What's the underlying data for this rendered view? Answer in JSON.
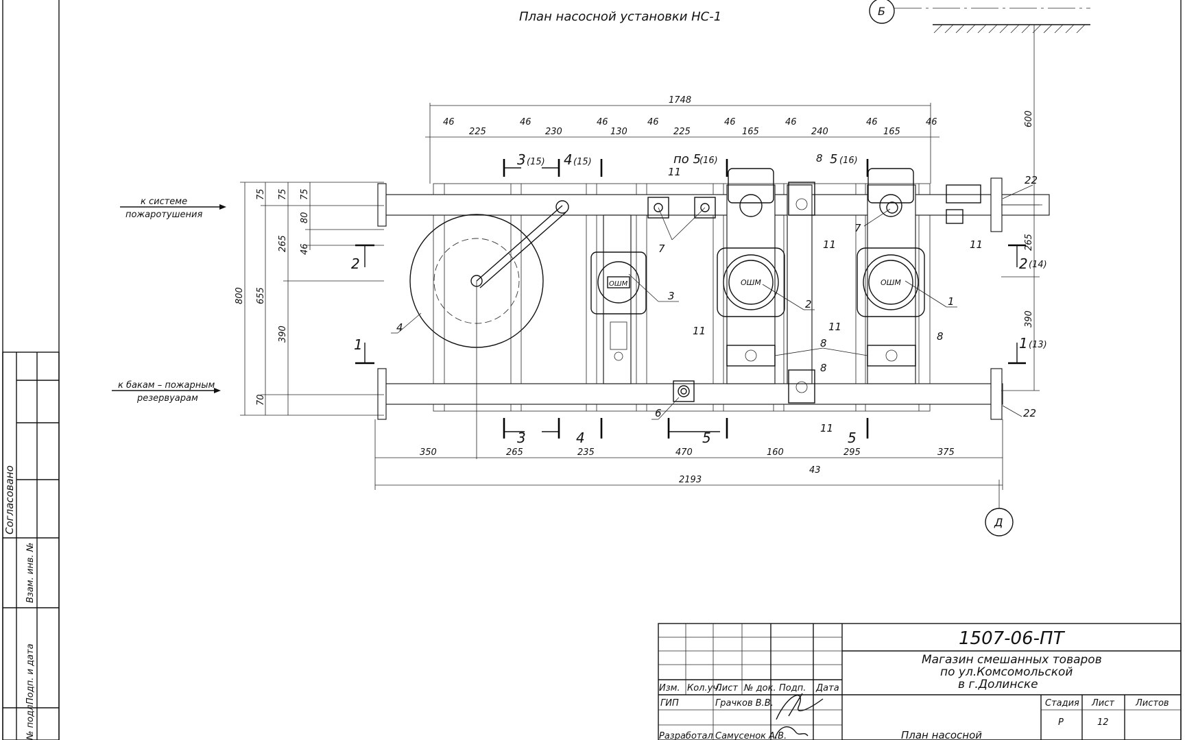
{
  "drawing": {
    "title": "План насосной установки НС-1",
    "axis_b": "Б",
    "axis_d": "Д",
    "label_to_system": [
      "к системе",
      "пожаротушения"
    ],
    "label_to_tanks": [
      "к бакам – пожарным",
      "резервуарам"
    ],
    "dims_top": [
      "1748",
      "46",
      "225",
      "46",
      "230",
      "46",
      "130",
      "46",
      "225",
      "46",
      "165",
      "46",
      "240",
      "46",
      "165",
      "46"
    ],
    "dims_bottom": [
      "350",
      "265",
      "235",
      "470",
      "160",
      "295",
      "375",
      "2193",
      "43"
    ],
    "dims_left": [
      "75",
      "75",
      "75",
      "80",
      "46",
      "265",
      "800",
      "655",
      "390",
      "70"
    ],
    "dims_right": [
      "600",
      "265",
      "390"
    ],
    "sections": {
      "s3_top": "3",
      "s3_top_ref": "(15)",
      "s4_top": "4",
      "s4_top_ref": "(15)",
      "s5_top_prefix": "по 5",
      "s5_top_ref": "(16)",
      "s5b_top": "5",
      "s5b_top_ref": "(16)",
      "s2_left": "2",
      "s2_right": "2",
      "s2_right_ref": "(14)",
      "s1_left": "1",
      "s1_right": "1",
      "s1_right_ref": "(13)",
      "s3_bot": "3",
      "s4_bot": "4",
      "s5_bot": "5",
      "s5b_bot": "5"
    },
    "callouts": [
      "1",
      "2",
      "3",
      "4",
      "6",
      "7",
      "7",
      "8",
      "8",
      "8",
      "8",
      "11",
      "11",
      "11",
      "11",
      "11",
      "11",
      "22",
      "22"
    ],
    "pump_brand": "ОШМ"
  },
  "side_stamp": {
    "agreed": "Согласовано",
    "inv_no": "Взам. инв. №",
    "sign_date": "Подп. и дата",
    "orig_no": "№ подл."
  },
  "title_block": {
    "code": "1507-06-ПТ",
    "project": [
      "Магазин смешанных товаров",
      "по ул.Комсомольской",
      "в г.Долинске"
    ],
    "headers": [
      "Изм.",
      "Кол.уч.",
      "Лист",
      "№ док.",
      "Подп.",
      "Дата"
    ],
    "stage_hdr": "Стадия",
    "sheet_hdr": "Лист",
    "sheets_hdr": "Листов",
    "stage": "Р",
    "sheet": "12",
    "sheets": "",
    "role_gip": "ГИП",
    "name_gip": "Грачков В.В.",
    "role_dev": "Разработал",
    "name_dev": "Самусенок А.В.",
    "sheet_title": "План насосной"
  }
}
